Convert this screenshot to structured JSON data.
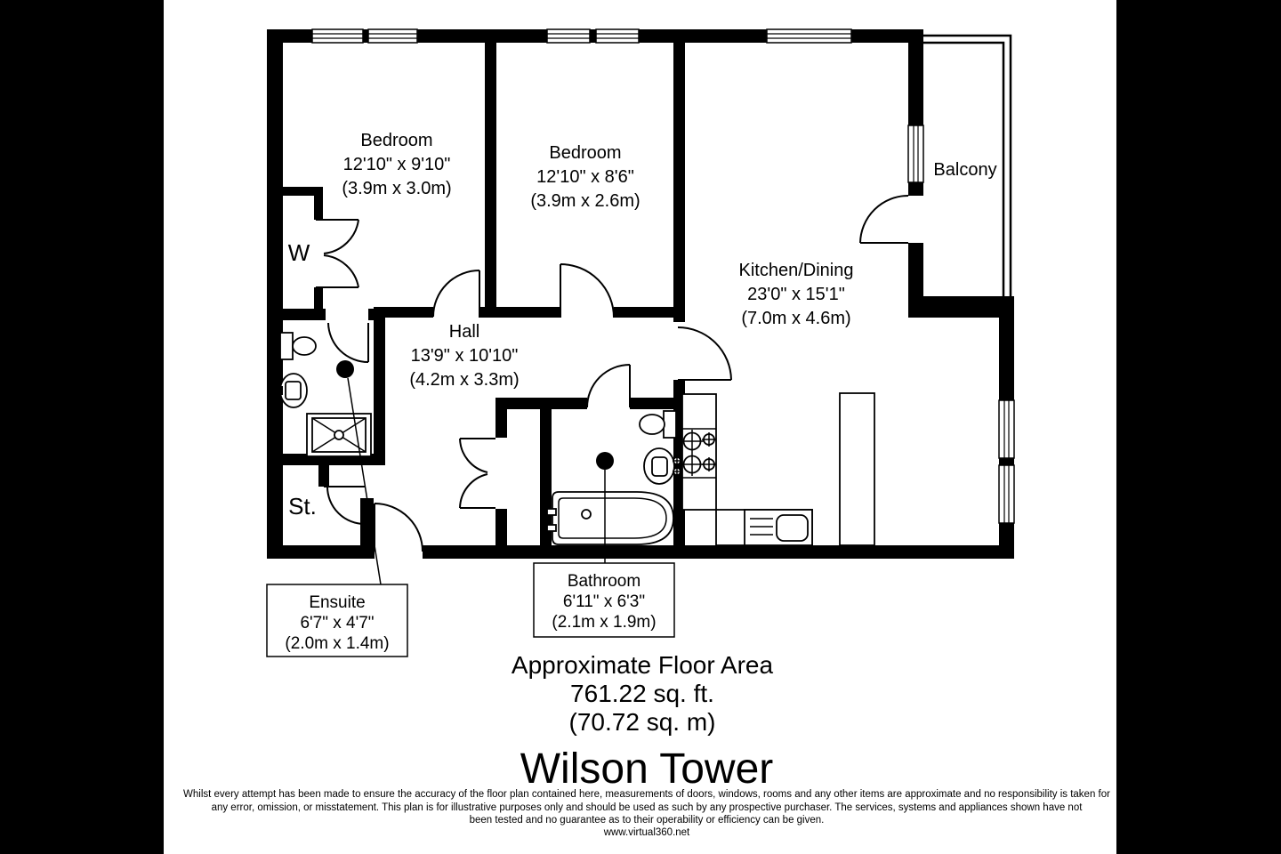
{
  "plan": {
    "rooms": {
      "bedroom1": {
        "name": "Bedroom",
        "size_imperial": "12'10\" x 9'10\"",
        "size_metric": "(3.9m x 3.0m)"
      },
      "bedroom2": {
        "name": "Bedroom",
        "size_imperial": "12'10\" x 8'6\"",
        "size_metric": "(3.9m x 2.6m)"
      },
      "kitchen_dining": {
        "name": "Kitchen/Dining",
        "size_imperial": "23'0\" x 15'1\"",
        "size_metric": "(7.0m x 4.6m)"
      },
      "hall": {
        "name": "Hall",
        "size_imperial": "13'9\" x 10'10\"",
        "size_metric": "(4.2m x 3.3m)"
      },
      "balcony": {
        "name": "Balcony"
      },
      "wardrobe": {
        "name": "W"
      },
      "storage": {
        "name": "St."
      }
    },
    "callouts": {
      "ensuite": {
        "name": "Ensuite",
        "size_imperial": "6'7\" x 4'7\"",
        "size_metric": "(2.0m x 1.4m)"
      },
      "bathroom": {
        "name": "Bathroom",
        "size_imperial": "6'11\" x 6'3\"",
        "size_metric": "(2.1m x 1.9m)"
      }
    }
  },
  "footer": {
    "area_title": "Approximate Floor Area",
    "area_sqft": "761.22 sq. ft.",
    "area_sqm": "(70.72 sq. m)",
    "building_name": "Wilson Tower",
    "disclaimer_line1": "Whilst every attempt has been made to ensure the accuracy of the floor plan contained here, measurements of doors, windows, rooms and any other items  are approximate and no responsibility is taken for",
    "disclaimer_line2": "any error, omission, or misstatement. This plan is for illustrative purposes only and should be used as such by any prospective purchaser. The services, systems and appliances shown have not",
    "disclaimer_line3": "been tested and no guarantee as to their operability or efficiency can be given.",
    "website": "www.virtual360.net"
  },
  "colors": {
    "wall": "#000000",
    "background": "#ffffff"
  }
}
